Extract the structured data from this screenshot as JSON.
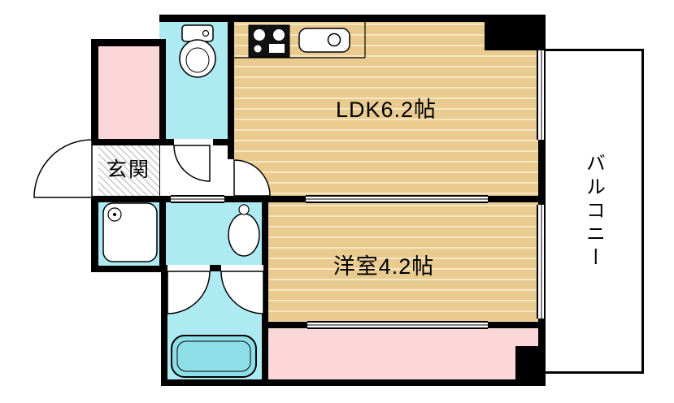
{
  "title": "1LDK apartment floor plan",
  "rooms": {
    "ldk": {
      "label": "LDK6.2帖",
      "size_tatami": 6.2
    },
    "western_room": {
      "label": "洋室4.2帖",
      "size_tatami": 4.2
    },
    "entrance": {
      "label": "玄関"
    },
    "balcony": {
      "label": "バルコニー"
    }
  },
  "fixtures": {
    "toilet": "toilet",
    "kitchen_stove": "gas-stove",
    "kitchen_sink": "sink-with-faucet",
    "unit_bath": "unit-bath-with-drain",
    "washbasin": "washbasin",
    "bathtub": "bathtub"
  },
  "colors": {
    "wall": "#000000",
    "flooring": "#e9cb8f",
    "flooring_line": "#f6e6c2",
    "wet_area": "#aeeaf1",
    "closet": "#fbd7da",
    "tub_fill": "#8edee8",
    "background": "#ffffff"
  }
}
